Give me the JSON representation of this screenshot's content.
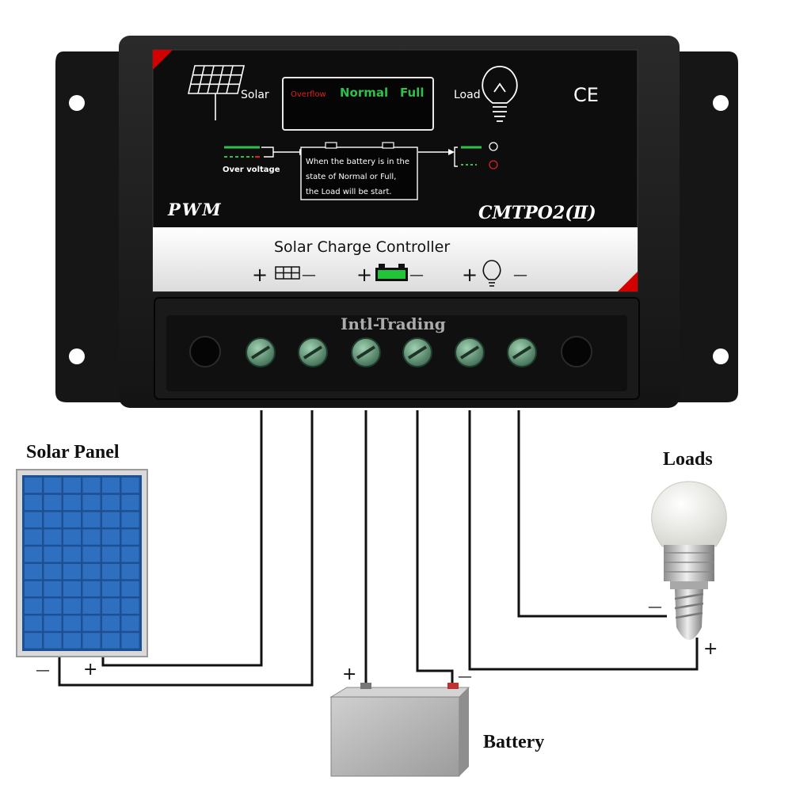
{
  "controller": {
    "label_solar": "Solar",
    "label_load": "Load",
    "ce_mark": "CE",
    "status_overflow": "Overflow",
    "status_normal": "Normal",
    "status_full": "Full",
    "over_voltage_label": "Over voltage",
    "note_lines": [
      "When the battery is in the",
      "state of Normal or Full,",
      "the Load will be start."
    ],
    "brand_pwm": "PWM",
    "model": "CMTPO2(Ⅱ)",
    "title": "Solar Charge Controller",
    "terminal_signs": [
      "+",
      "—",
      "+",
      "—",
      "+",
      "—"
    ],
    "watermark": "Intl-Trading",
    "colors": {
      "body": "#1b1b1b",
      "label_band": "#ececec",
      "terminal": "#5e8f72",
      "status_normal": "#2fbf4a",
      "status_overflow": "#e02020",
      "accent_red": "#d40000"
    }
  },
  "diagram": {
    "solar_panel_label": "Solar Panel",
    "loads_label": "Loads",
    "battery_label": "Battery",
    "panel_minus": "—",
    "panel_plus": "+",
    "battery_plus": "+",
    "battery_minus": "—",
    "load_minus": "—",
    "load_plus": "+",
    "colors": {
      "wire": "#111111",
      "panel_cell": "#2f6fc0",
      "battery_case": "#bdbdbd",
      "bulb_glass": "#f2f2ef"
    }
  }
}
